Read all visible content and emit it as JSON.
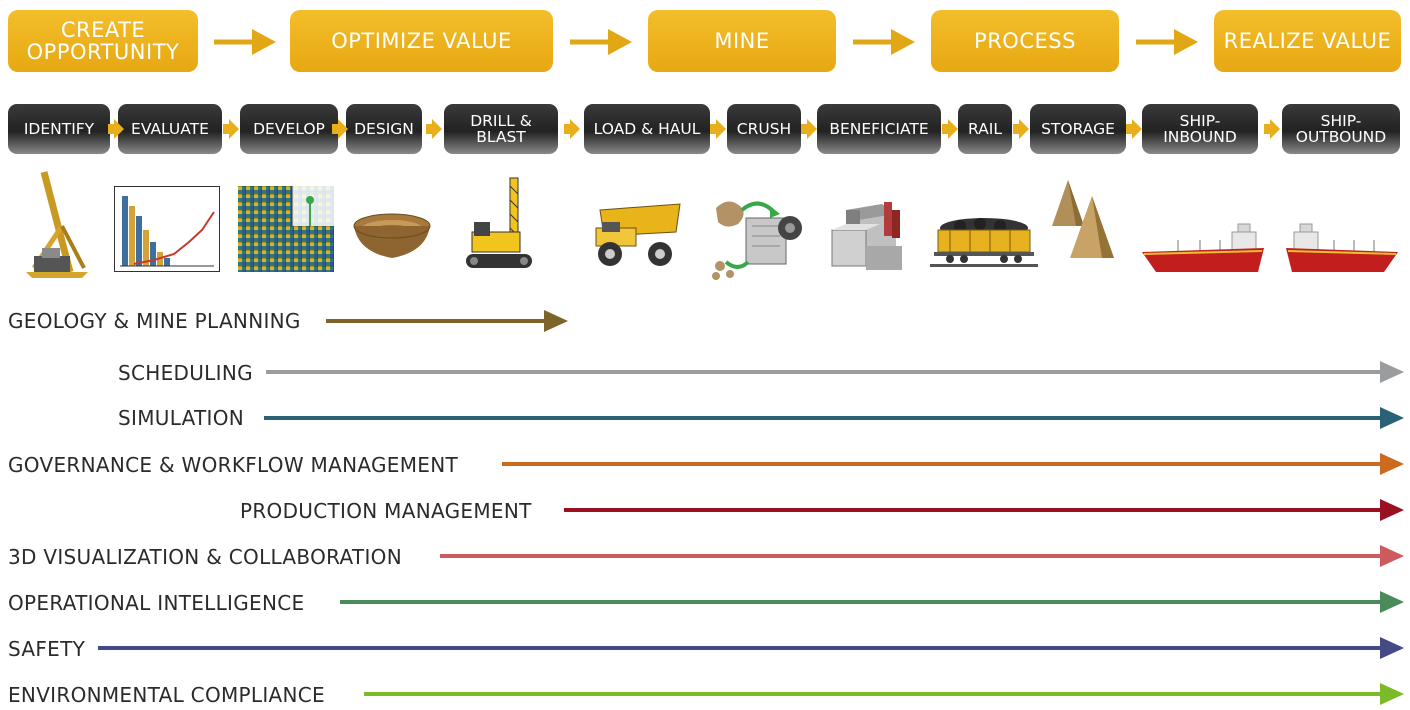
{
  "stages": [
    {
      "label": "CREATE\nOPPORTUNITY"
    },
    {
      "label": "OPTIMIZE VALUE"
    },
    {
      "label": "MINE"
    },
    {
      "label": "PROCESS"
    },
    {
      "label": "REALIZE VALUE"
    }
  ],
  "steps": [
    {
      "label": "IDENTIFY"
    },
    {
      "label": "EVALUATE"
    },
    {
      "label": "DEVELOP"
    },
    {
      "label": "DESIGN"
    },
    {
      "label": "DRILL &\nBLAST"
    },
    {
      "label": "LOAD & HAUL"
    },
    {
      "label": "CRUSH"
    },
    {
      "label": "BENEFICIATE"
    },
    {
      "label": "RAIL"
    },
    {
      "label": "STORAGE"
    },
    {
      "label": "SHIP-\nINBOUND"
    },
    {
      "label": "SHIP-\nOUTBOUND"
    }
  ],
  "icons": [
    {
      "name": "drill-rig-icon"
    },
    {
      "name": "histogram-chart-icon"
    },
    {
      "name": "block-model-icon"
    },
    {
      "name": "open-pit-icon"
    },
    {
      "name": "blasthole-drill-icon"
    },
    {
      "name": "haul-truck-icon"
    },
    {
      "name": "jaw-crusher-icon"
    },
    {
      "name": "processing-plant-icon"
    },
    {
      "name": "rail-car-icon"
    },
    {
      "name": "stockpile-icon"
    },
    {
      "name": "ship-inbound-icon"
    },
    {
      "name": "ship-outbound-icon"
    }
  ],
  "tools": [
    {
      "label": "GEOLOGY & MINE PLANNING",
      "color": "#7d6428",
      "span": "identify to drill & blast"
    },
    {
      "label": "SCHEDULING",
      "color": "#9a9c9f",
      "span": "to ship-outbound"
    },
    {
      "label": "SIMULATION",
      "color": "#2a6177",
      "span": "to ship-outbound"
    },
    {
      "label": "GOVERNANCE & WORKFLOW MANAGEMENT",
      "color": "#cc6a20",
      "span": "to ship-outbound"
    },
    {
      "label": "PRODUCTION MANAGEMENT",
      "color": "#9a1020",
      "span": "to ship-outbound"
    },
    {
      "label": "3D VISUALIZATION & COLLABORATION",
      "color": "#cd5a5c",
      "span": "to ship-outbound"
    },
    {
      "label": "OPERATIONAL INTELLIGENCE",
      "color": "#4a8b5a",
      "span": "to ship-outbound"
    },
    {
      "label": "SAFETY",
      "color": "#434a86",
      "span": "to ship-outbound"
    },
    {
      "label": "ENVIRONMENTAL COMPLIANCE",
      "color": "#7cba27",
      "span": "to ship-outbound"
    }
  ],
  "colors": {
    "stage": "#f0b320",
    "stage_arrow": "#e2a715",
    "step": "#262626",
    "step_arrow": "#e9ae1c"
  }
}
